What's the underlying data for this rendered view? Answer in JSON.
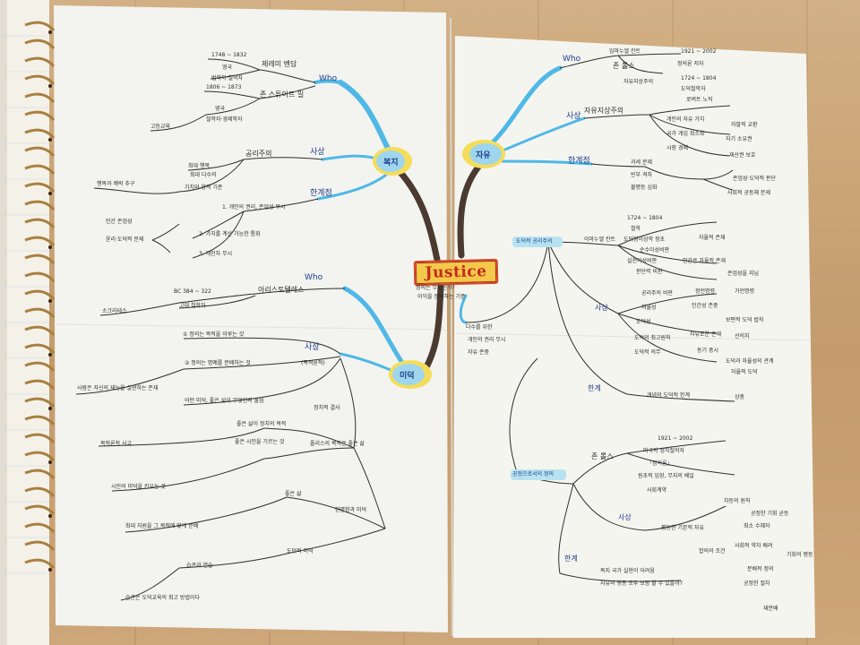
{
  "central": {
    "title": "Justice",
    "subtitle_line1": "정의는 무엇인가?",
    "subtitle_line2": "이익을 분배하는 기준"
  },
  "left_page": {
    "top_branch": {
      "node": "복지",
      "who": "Who",
      "person1": "제레미 벤담",
      "person1_dates": "1748 ~ 1832",
      "person1_country": "영국",
      "person1_role": "법학자·철학자",
      "person2": "존 스튜어트 밀",
      "person2_dates": "1806 ~ 1873",
      "person2_country": "영국",
      "person2_role": "철학자·경제학자",
      "person2_note": "고등교육",
      "idea": "사상",
      "idea1": "공리주의",
      "idea1_a": "최대 행복",
      "idea1_b": "최대 다수의",
      "idea1_c": "가치와 양적 기준",
      "idea1_d": "행복과 쾌락 추구",
      "limit": "한계점",
      "limit1": "1. 개인의 권리, 존엄성 무시",
      "limit2": "2. 가치를 계산 가능한 통화",
      "limit3": "3. 개인차 무시",
      "limit_note1": "인간 존엄성",
      "limit_note2": "윤리·도덕적 문제"
    },
    "bottom_branch": {
      "node": "미덕",
      "who": "Who",
      "person": "아리스토텔레스",
      "person_dates": "BC 384 ~ 322",
      "person_role": "고대 철학자",
      "person_note": "소크라테스",
      "idea": "사상",
      "idea1": "① 정의는 목적을 이루는 것",
      "idea2": "② 정의는 명예를 분배하는 것",
      "idea2_note": "(목적론적)",
      "idea3": "사람은 자신의 재능을 실현하는 존재",
      "idea4": "어떤 미덕, 좋은 삶이 무엇인지 물음",
      "idea5": "좋은 삶이 정치의 목적",
      "idea6": "정치적 결사",
      "idea7": "좋은 시민을 기르는 것",
      "idea8": "시민의 미덕을 키우는 것",
      "idea9": "폴리스의 목적은 좋은 삶",
      "idea10": "최대 자원을 그 목적에 맞게 분배",
      "idea11": "목적론적 사고",
      "idea12": "좋은 삶",
      "idea13": "현명함과 미덕",
      "idea14": "도덕적 미덕",
      "idea15": "습관과 연습",
      "idea16": "습관은 도덕교육의 최고 방법이다"
    }
  },
  "right_page": {
    "top_branch": {
      "node": "자유",
      "who": "Who",
      "person1": "존 롤스",
      "person1_dates": "1921 ~ 2002",
      "person1_role": "정의론 저자",
      "person2": "임마누엘 칸트",
      "person2_dates": "1724 ~ 1804",
      "person2_role": "도덕철학자",
      "person3": "자유지상주의",
      "person3_note": "로버트 노직",
      "idea": "사상",
      "idea1": "자유지상주의",
      "idea1_a": "개인의 자유 가치",
      "idea1_b": "국가 개입 최소화",
      "idea1_c": "시장 경제",
      "idea1_d": "자발적 교환",
      "idea1_e": "자기 소유권",
      "idea1_f": "재산권 보호",
      "limit": "한계점",
      "limit1": "과세 문제",
      "limit2": "빈부 격차",
      "limit3": "불평등 심화",
      "limit_note": "존엄성·도덕적 판단",
      "limit_sub": "사회적 공동체 문제"
    },
    "kant": {
      "node": "도덕적 공리주의",
      "head": "이마누엘 칸트",
      "dates": "1724 ~ 1804",
      "t1": "철학",
      "t2": "도덕형이상학 정초",
      "t3": "순수이성비판",
      "t4": "실천이성비판",
      "t5": "판단력 비판",
      "t6": "자율적 존재",
      "t7": "인간은 자율적 존재",
      "t8": "존엄성을 지님",
      "idea": "사상",
      "i1": "공리주의 비판",
      "i2": "자율성",
      "i3": "도덕성",
      "i4": "도덕의 최고원칙",
      "i5": "도덕적 의무",
      "i6": "정언명령",
      "i7": "가언명령",
      "i8": "인간성 존중",
      "i9": "보편적 도덕 법칙",
      "i10": "자유로운 존재",
      "i11": "선의지",
      "i12": "동기 중시",
      "i13": "도덕과 자율성의 관계",
      "i14": "자율적 도덕",
      "limit": "한계",
      "limit_text": "개념의 도덕적 한계",
      "limit_note": "상충"
    },
    "rawls": {
      "node": "공정으로서의 정의",
      "head": "존 롤스",
      "dates": "1921 ~ 2002",
      "t1": "미국의 정치철학자",
      "t2": "「정의론」",
      "t3": "원초적 입장, 무지의 베일",
      "t4": "사회계약",
      "idea": "사상",
      "i1": "평등한 기본적 자유",
      "i2": "차등의 원칙",
      "i3": "공정한 기회 균등",
      "i4": "최소 수혜자",
      "i5": "사회적 약자 배려",
      "i6": "기회의 평등",
      "i7": "분배적 정의",
      "i8": "공정한 절차",
      "i9": "합의의 조건",
      "i10": "재분배",
      "limit": "한계",
      "limit_text1": "복지 국가 실현이 어려움",
      "limit_text2": "자유와 평등 모두 보장 할 수 있을까?"
    },
    "arrow_note1": "다수를 위한",
    "arrow_note2": "개인의 권리 무시",
    "arrow_note3": "자유 존중"
  }
}
